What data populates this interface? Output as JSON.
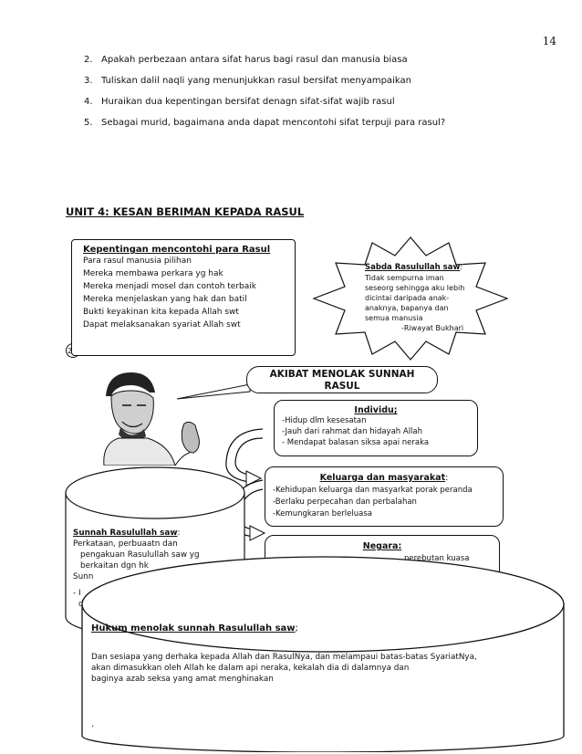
{
  "page_number": "14",
  "questions": [
    {
      "num": "2.",
      "text": "Apakah perbezaan antara sifat harus bagi rasul dan manusia biasa"
    },
    {
      "num": "3.",
      "text": "Tuliskan dalil naqli yang menunjukkan rasul bersifat menyampaikan"
    },
    {
      "num": "4.",
      "text": "Huraikan dua kepentingan bersifat denagn sifat-sifat wajib rasul"
    },
    {
      "num": "5.",
      "text": "Sebagai murid, bagaimana anda dapat mencontohi sifat terpuji para rasul?"
    }
  ],
  "unit_title": "UNIT 4: KESAN BERIMAN KEPADA RASUL",
  "scroll": {
    "title": "Kepentingan mencontohi para Rasul",
    "lines": [
      "Para rasul manusia pilihan",
      "Mereka membawa perkara yg hak",
      "Mereka menjadi mosel dan contoh terbaik",
      "Mereka menjelaskan yang hak dan batil",
      "Bukti keyakinan kita kepada Allah swt",
      "Dapat melaksanakan syariat Allah swt"
    ],
    "curl_number": "2"
  },
  "star": {
    "title": "Sabda Rasulullah saw",
    "title_suffix": ":",
    "lines": [
      "Tidak sempurna iman",
      "seseorg sehingga aku lebih",
      "dicintai daripada anak-",
      "anaknya, bapanya dan",
      "semua manusia"
    ],
    "source": "-Riwayat Bukhari"
  },
  "akibat": {
    "line1": "AKIBAT MENOLAK SUNNAH",
    "line2": "RASUL"
  },
  "individu": {
    "title": "Individu;",
    "lines": [
      "-Hidup dlm kesesatan",
      "-Jauh dari rahmat dan hidayah Allah",
      "- Mendapat balasan siksa apai neraka"
    ]
  },
  "keluarga": {
    "title": "Keluarga dan masyarakat",
    "title_suffix": ":",
    "lines": [
      "-Kehidupan keluarga dan masyarkat porak peranda",
      "-Berlaku perpecahan dan perbalahan",
      "-Kemungkaran berleluasa"
    ]
  },
  "negara": {
    "title": "Negara:",
    "partial": "perebutan kuasa"
  },
  "sunnah": {
    "title": "Sunnah Rasulullah saw",
    "title_suffix": ":",
    "lines": [
      "Perkataan, perbuaatn dan",
      "pengakuan Rasulullah saw yg",
      "berkaitan dgn hk",
      "Sunn",
      "- I",
      "d"
    ]
  },
  "hukum": {
    "title": "Hukum menolak sunnah Rasulullah saw",
    "title_suffix": ";",
    "lines": [
      "Dan sesiapa yang derhaka kepada Allah dan RasulNya, dan melampaui batas-batas SyariatNya,",
      "akan dimasukkan oleh Allah ke dalam api neraka, kekalah dia di dalamnya dan",
      "baginya azab seksa yang amat menghinakan"
    ],
    "end_mark": "."
  }
}
